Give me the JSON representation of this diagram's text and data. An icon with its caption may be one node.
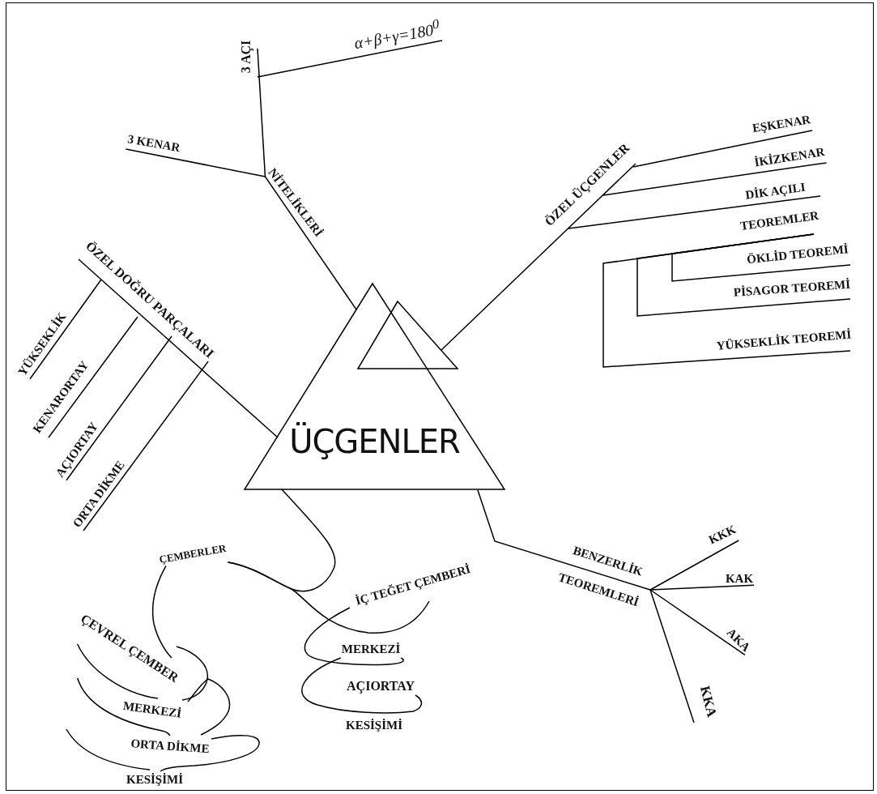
{
  "diagram": {
    "nodes": [
      {
        "text": [
          "ÜÇGENLER"
        ]
      },
      {
        "text": [
          "NİTELİKLERİ"
        ]
      },
      {
        "text": [
          "3 KENAR"
        ]
      },
      {
        "text": [
          "3 AÇI"
        ]
      },
      {
        "text": [
          "α+β+γ=180$^{0}$"
        ]
      },
      {
        "text": [
          "ÖZEL ÜÇGENLER"
        ]
      },
      {
        "text": [
          "EŞKENAR"
        ]
      },
      {
        "text": [
          "İKİZKENAR"
        ]
      },
      {
        "text": [
          "DİK AÇILI",
          "TEOREMLER"
        ]
      },
      {
        "text": [
          "ÖKLİD TEOREMİ"
        ]
      },
      {
        "text": [
          "PİSAGOR TEOREMİ"
        ]
      },
      {
        "text": [
          "YÜKSEKLİK TEOREMİ"
        ]
      },
      {
        "text": [
          "ÖZEL DOĞRU PARÇALARI"
        ]
      },
      {
        "text": [
          "YÜKSEKLİK"
        ]
      },
      {
        "text": [
          "KENARORTAY"
        ]
      },
      {
        "text": [
          "AÇIORTAY"
        ]
      },
      {
        "text": [
          "ORTA DİKME"
        ]
      },
      {
        "text": [
          "ÇEMBERLER"
        ]
      },
      {
        "text": [
          "İÇ TEĞET ÇEMBERİ"
        ]
      },
      {
        "text": [
          "MERKEZİ"
        ]
      },
      {
        "text": [
          "AÇIORTAY"
        ]
      },
      {
        "text": [
          "KESİŞİMİ"
        ]
      },
      {
        "text": [
          "ÇEVREL ÇEMBER"
        ]
      },
      {
        "text": [
          "MERKEZİ"
        ]
      },
      {
        "text": [
          "ORTA DİKME"
        ]
      },
      {
        "text": [
          "KESİŞİMİ"
        ]
      },
      {
        "text": [
          "BENZERLİK",
          "TEOREMLERİ"
        ]
      },
      {
        "text": [
          "KKK"
        ]
      },
      {
        "text": [
          "KAK"
        ]
      },
      {
        "text": [
          "AKA"
        ]
      },
      {
        "text": [
          "KKA"
        ]
      }
    ],
    "edges": [
      {
        "from": 0,
        "to": 1,
        "arrow": "none"
      },
      {
        "from": 1,
        "to": 2,
        "arrow": "none"
      },
      {
        "from": 1,
        "to": 3,
        "arrow": "none"
      },
      {
        "from": 3,
        "to": 4,
        "arrow": "none"
      },
      {
        "from": 0,
        "to": 5,
        "arrow": "none"
      },
      {
        "from": 5,
        "to": 6,
        "arrow": "none"
      },
      {
        "from": 5,
        "to": 7,
        "arrow": "none"
      },
      {
        "from": 5,
        "to": 8,
        "arrow": "none"
      },
      {
        "from": 8,
        "to": 9,
        "arrow": "none"
      },
      {
        "from": 8,
        "to": 10,
        "arrow": "none"
      },
      {
        "from": 8,
        "to": 11,
        "arrow": "none"
      },
      {
        "from": 0,
        "to": 12,
        "arrow": "none"
      },
      {
        "from": 12,
        "to": 13,
        "arrow": "none"
      },
      {
        "from": 12,
        "to": 14,
        "arrow": "none"
      },
      {
        "from": 12,
        "to": 15,
        "arrow": "none"
      },
      {
        "from": 12,
        "to": 16,
        "arrow": "none"
      },
      {
        "from": 0,
        "to": 17,
        "arrow": "none"
      },
      {
        "from": 17,
        "to": 18,
        "arrow": "none"
      },
      {
        "from": 18,
        "to": 19,
        "arrow": "none"
      },
      {
        "from": 19,
        "to": 20,
        "arrow": "none"
      },
      {
        "from": 17,
        "to": 22,
        "arrow": "none"
      },
      {
        "from": 22,
        "to": 23,
        "arrow": "none"
      },
      {
        "from": 22,
        "to": 23,
        "arrow": "none"
      },
      {
        "from": 23,
        "to": 24,
        "arrow": "none"
      },
      {
        "from": 22,
        "to": 24,
        "arrow": "none"
      },
      {
        "from": 24,
        "to": 25,
        "arrow": "none"
      },
      {
        "from": null,
        "to": 25,
        "arrow": "none"
      },
      {
        "from": 0,
        "to": 26,
        "arrow": "none"
      },
      {
        "from": 26,
        "to": 27,
        "arrow": "none"
      },
      {
        "from": 26,
        "to": 28,
        "arrow": "none"
      },
      {
        "from": 26,
        "to": 29,
        "arrow": "none"
      },
      {
        "from": 26,
        "to": 30,
        "arrow": "none"
      }
    ]
  }
}
